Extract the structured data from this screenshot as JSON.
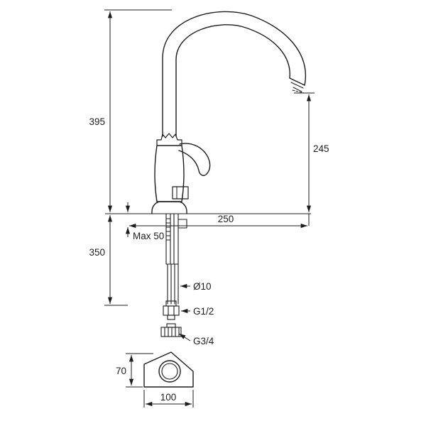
{
  "drawing": {
    "labels": {
      "total_height": "395",
      "spout_outlet_height": "245",
      "spout_reach": "250",
      "max_deck_thickness": "Max 50",
      "below_counter_length": "350",
      "hose_diameter": "Ø10",
      "hose_connection": "G1/2",
      "tail_connection": "G3/4",
      "base_depth": "70",
      "base_width": "100"
    },
    "colors": {
      "line": "#1d1d1d",
      "background": "#ffffff"
    }
  }
}
